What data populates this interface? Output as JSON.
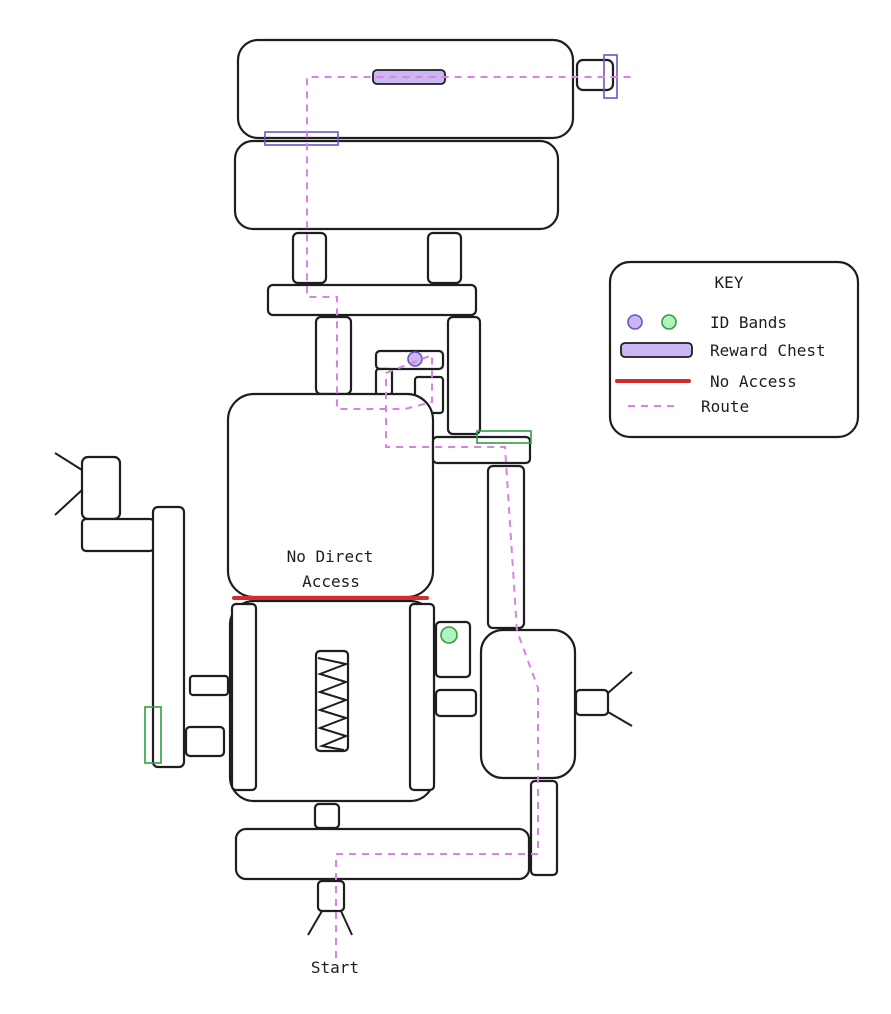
{
  "diagram": {
    "labels": {
      "no_direct_access_line1": "No Direct",
      "no_direct_access_line2": "Access",
      "start": "Start"
    },
    "key": {
      "title": "KEY",
      "items": [
        {
          "id": "id_bands",
          "label": "ID Bands",
          "symbol": "circles",
          "colors": [
            "#c9b6f2",
            "#b2f2bb"
          ]
        },
        {
          "id": "reward_chest",
          "label": "Reward Chest",
          "symbol": "bar",
          "color": "#c9b6f2"
        },
        {
          "id": "no_access",
          "label": "No Access",
          "symbol": "line",
          "color": "#d42b2b"
        },
        {
          "id": "route",
          "label": "Route",
          "symbol": "dashed-line",
          "color": "#d982e6"
        }
      ]
    },
    "colors": {
      "outline": "#1e1e1e",
      "purple_fill": "#c9b6f2",
      "purple_stroke": "#6b55c7",
      "green_fill": "#b2f2bb",
      "green_stroke": "#2f9e44",
      "red": "#d42b2b",
      "route": "#d982e6"
    }
  }
}
